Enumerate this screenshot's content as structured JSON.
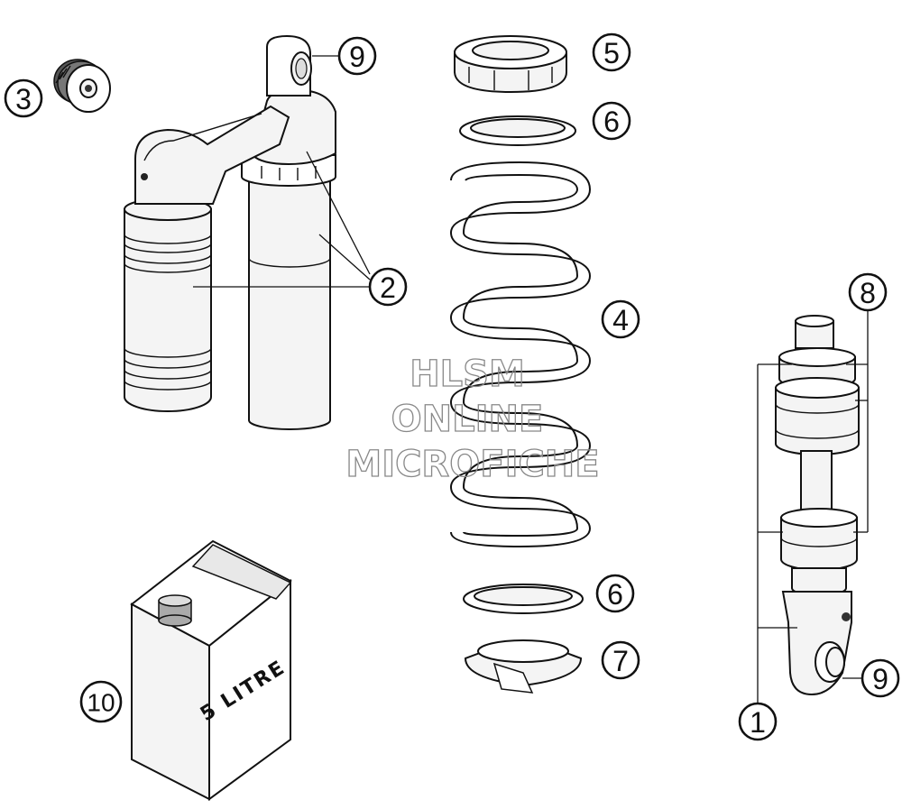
{
  "callouts": {
    "c1": "1",
    "c2": "2",
    "c3": "3",
    "c4": "4",
    "c5": "5",
    "c6a": "6",
    "c6b": "6",
    "c7": "7",
    "c8": "8",
    "c9a": "9",
    "c9b": "9",
    "c10": "10"
  },
  "watermark": {
    "line1": "HLSM",
    "line2": "ONLINE",
    "line3": "MICROFICHE",
    "color": "#888888"
  },
  "oil_can": {
    "label": "5 LITRE"
  },
  "colors": {
    "ink": "#111111",
    "paper": "#ffffff",
    "part_fill": "#f4f4f4"
  }
}
